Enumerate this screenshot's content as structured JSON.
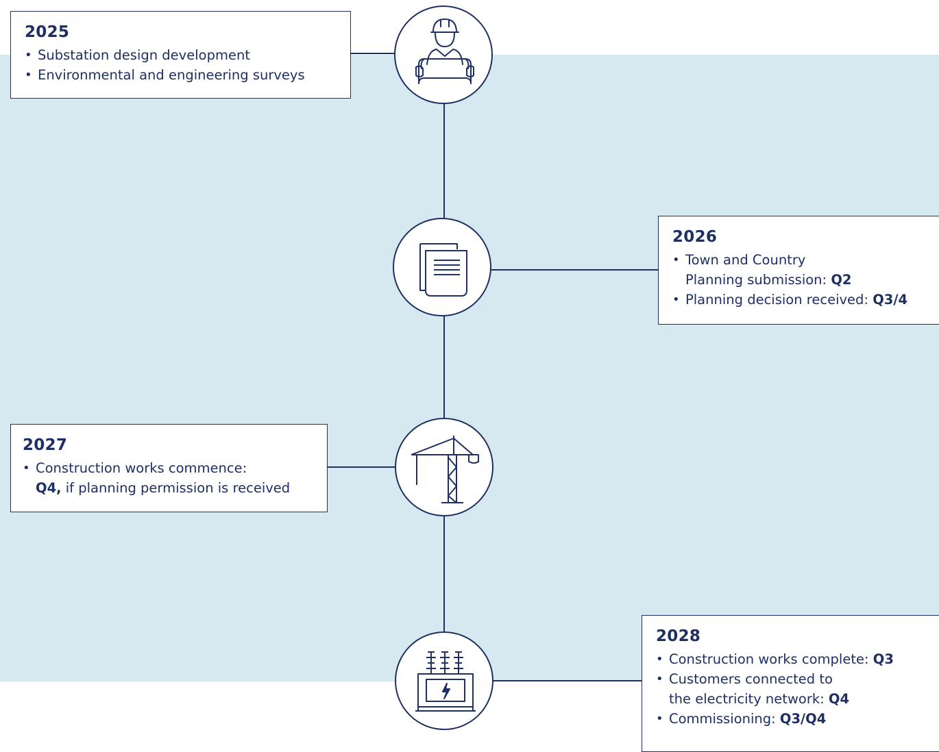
{
  "timeline": [
    {
      "year": "2025",
      "icon": "engineer-with-plans-icon",
      "items": [
        {
          "text": "Substation design development",
          "line2": "",
          "highlight": ""
        },
        {
          "text": "Environmental and engineering surveys",
          "line2": "",
          "highlight": ""
        }
      ]
    },
    {
      "year": "2026",
      "icon": "documents-icon",
      "items": [
        {
          "text": "Town and Country",
          "line2": "Planning submission: ",
          "highlight": "Q2"
        },
        {
          "text": "Planning decision received: ",
          "line2": "",
          "highlight": "Q3/4"
        }
      ]
    },
    {
      "year": "2027",
      "icon": "crane-icon",
      "items": [
        {
          "text": "Construction works commence:",
          "highlight": "Q4,",
          "line2": " if planning permission is received"
        }
      ]
    },
    {
      "year": "2028",
      "icon": "transformer-icon",
      "items": [
        {
          "text": "Construction works complete: ",
          "line2": "",
          "highlight": "Q3"
        },
        {
          "text": "Customers connected to",
          "line2": "the electricity network: ",
          "highlight": "Q4"
        },
        {
          "text": "Commissioning: ",
          "line2": "",
          "highlight": "Q3/Q4"
        }
      ]
    }
  ],
  "colors": {
    "navy": "#1d2f63",
    "band": "#d6e9f1",
    "box_bg": "#ffffff"
  }
}
